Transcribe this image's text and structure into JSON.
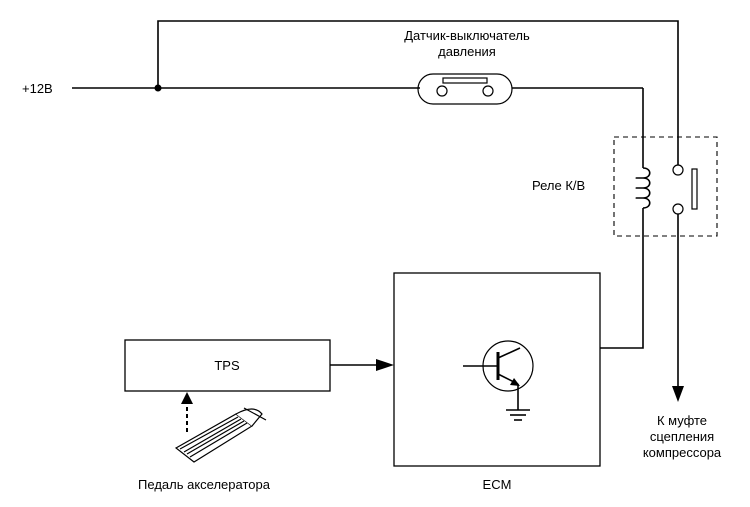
{
  "supply": {
    "label": "+12В"
  },
  "pressure_switch": {
    "label_line1": "Датчик-выключатель",
    "label_line2": "давления"
  },
  "relay": {
    "label": "Реле К/В"
  },
  "tps": {
    "label": "TPS"
  },
  "ecm": {
    "label": "ECM"
  },
  "pedal": {
    "label": "Педаль акселератора"
  },
  "clutch_output": {
    "line1": "К муфте",
    "line2": "сцепления",
    "line3": "компрессора"
  }
}
